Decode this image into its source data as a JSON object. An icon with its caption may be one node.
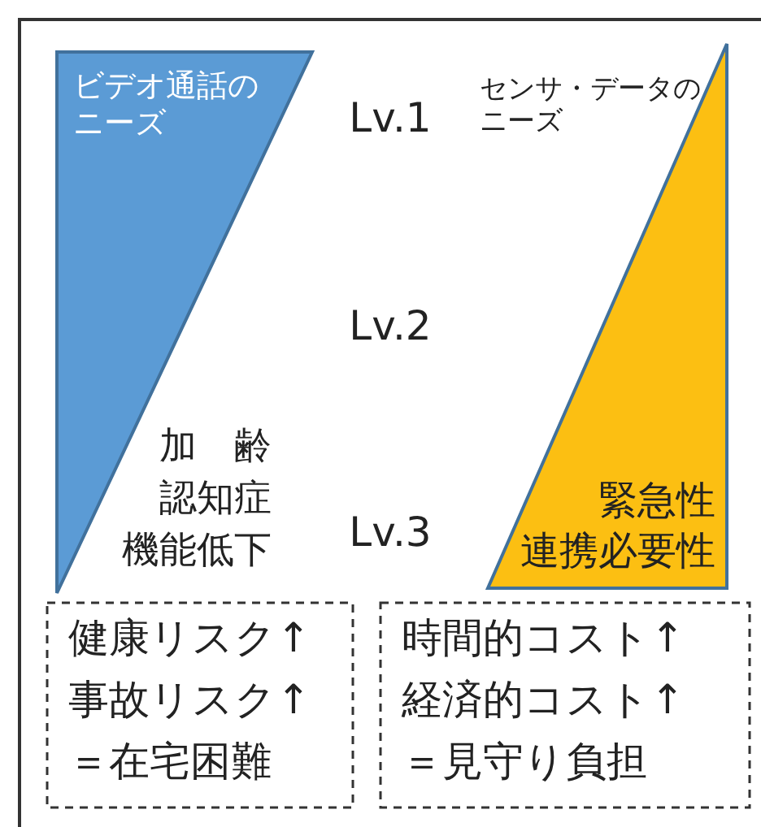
{
  "diagram": {
    "nodes": [
      {
        "text": [
          "ビデオ通話のニーズ"
        ]
      },
      {
        "text": [
          "センサ・データのニーズ",
          "緊急性",
          "連携必要性"
        ]
      },
      {
        "text": [
          "健康リスク↑",
          "事故リスク↑",
          "＝在宅困難"
        ]
      },
      {
        "text": [
          "時間的コスト↑",
          "経済的コスト↑",
          "＝見守り負担"
        ]
      }
    ],
    "labels": [
      "Lv.1",
      "Lv.2",
      "Lv.3",
      "加　齢",
      "認知症",
      "機能低下"
    ]
  }
}
